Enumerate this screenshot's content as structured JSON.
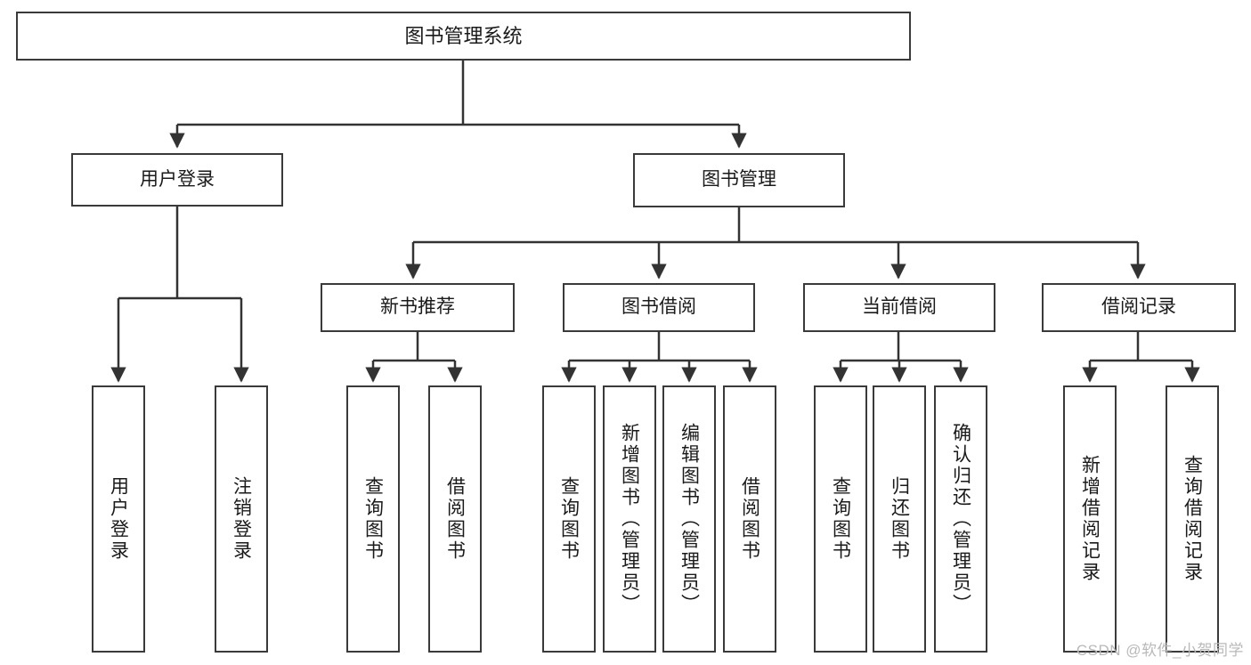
{
  "diagram": {
    "title": "图书管理系统",
    "type": "tree",
    "watermark": "CSDN @软件_小贺同学",
    "colors": {
      "box_border": "#3a3a3a",
      "box_fill": "#ffffff",
      "edge": "#333333",
      "text": "#1a1a1a",
      "watermark": "#b9b9b9",
      "background": "#ffffff"
    },
    "nodes": {
      "root": {
        "label": "图书管理系统"
      },
      "level2": [
        {
          "label": "用户登录"
        },
        {
          "label": "图书管理"
        }
      ],
      "level3": [
        {
          "label": "新书推荐"
        },
        {
          "label": "图书借阅"
        },
        {
          "label": "当前借阅"
        },
        {
          "label": "借阅记录"
        }
      ],
      "leaves_user_login": [
        {
          "label": "用户登录"
        },
        {
          "label": "注销登录"
        }
      ],
      "leaves_new_book": [
        {
          "label": "查询图书"
        },
        {
          "label": "借阅图书"
        }
      ],
      "leaves_borrow": [
        {
          "label": "查询图书"
        },
        {
          "label": "新增图书（管理员）"
        },
        {
          "label": "编辑图书（管理员）"
        },
        {
          "label": "借阅图书"
        }
      ],
      "leaves_current": [
        {
          "label": "查询图书"
        },
        {
          "label": "归还图书"
        },
        {
          "label": "确认归还（管理员）"
        }
      ],
      "leaves_records": [
        {
          "label": "新增借阅记录"
        },
        {
          "label": "查询借阅记录"
        }
      ]
    }
  }
}
